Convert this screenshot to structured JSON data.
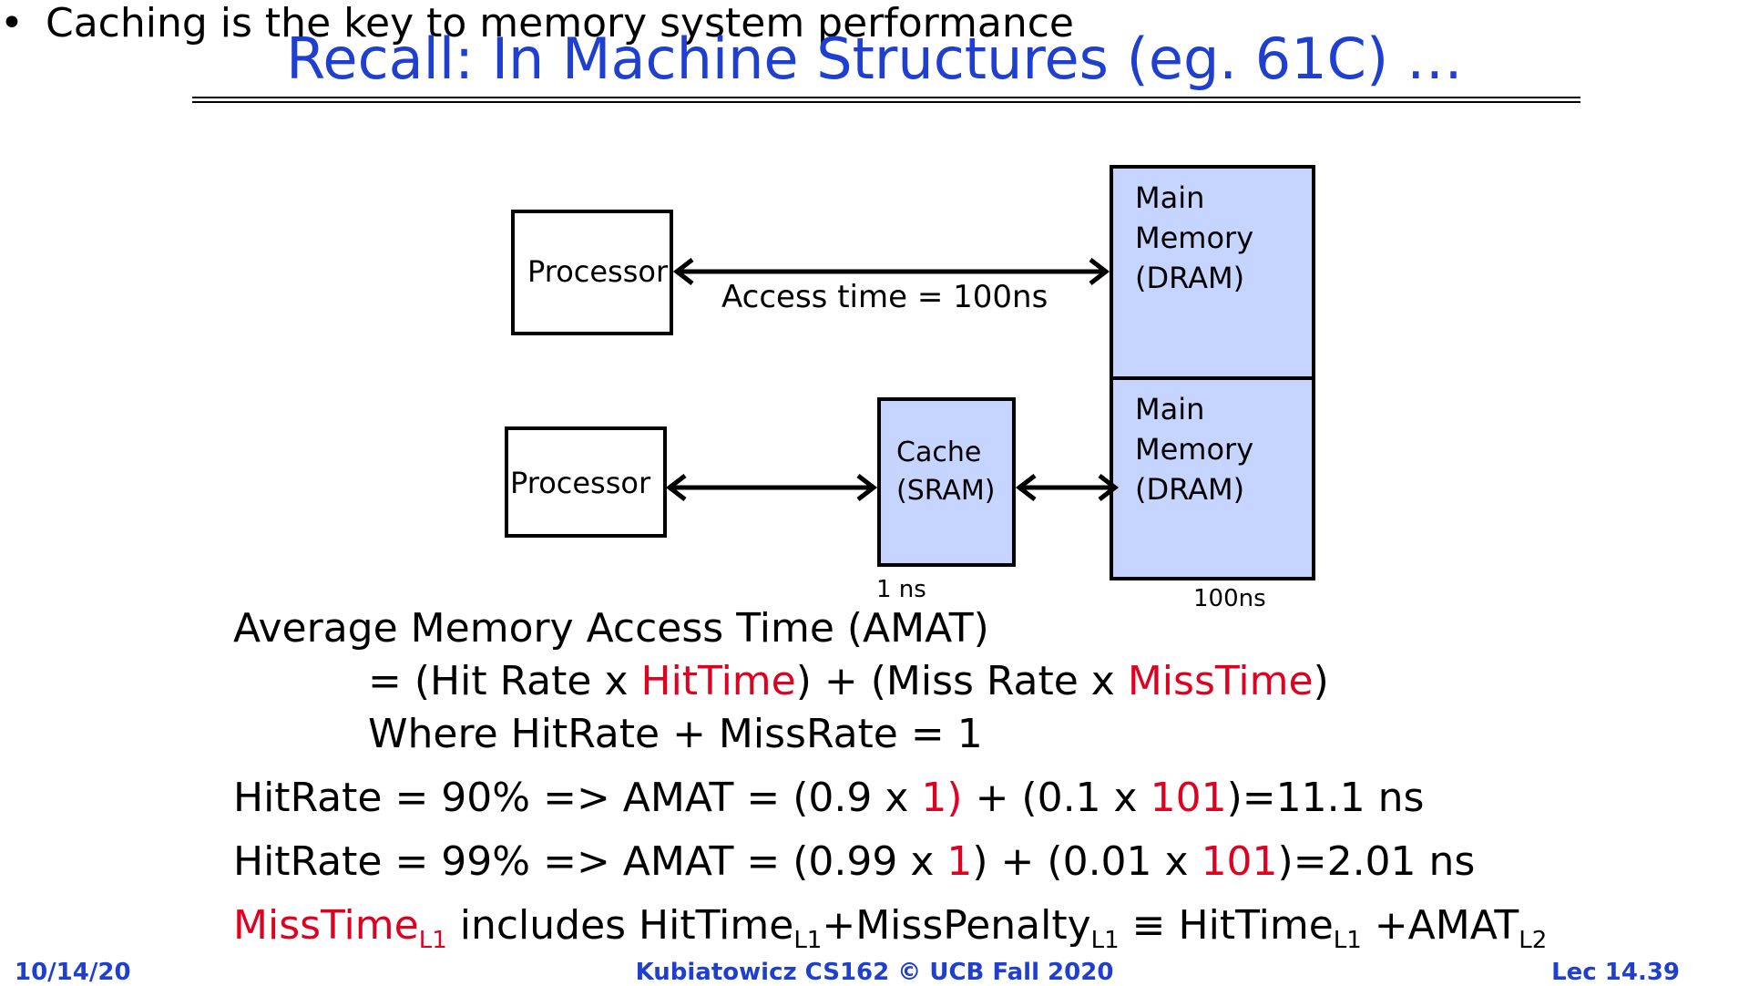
{
  "slide": {
    "title": "Recall: In Machine Structures (eg. 61C) …",
    "bullet": "Caching is the key to memory system performance"
  },
  "diagram1": {
    "processor": "Processor",
    "memory_lines": [
      "Main",
      "Memory",
      "(DRAM)"
    ],
    "access_label": "Access time = 100ns"
  },
  "diagram2": {
    "processor": "Processor",
    "cache_lines": [
      "Cache",
      "(SRAM)"
    ],
    "memory_lines": [
      "Main",
      "Memory",
      "(DRAM)"
    ],
    "cache_time": "1 ns",
    "memory_time": "100ns"
  },
  "amat": {
    "heading": "Average Memory Access Time (AMAT)",
    "formula": {
      "prefix": "= (Hit Rate x ",
      "hit_time": "HitTime",
      "middle": ") + (Miss Rate x ",
      "miss_time": "MissTime",
      "suffix": ")"
    },
    "where": "Where HitRate + MissRate = 1",
    "example1": {
      "prefix": "HitRate = 90% => AMAT = (0.9 x ",
      "hit": "1)",
      "middle": " + (0.1 x ",
      "miss": "101",
      "suffix": ")=11.1 ns"
    },
    "example2": {
      "prefix": "HitRate = 99% => AMAT = (0.99 x ",
      "hit": "1",
      "middle": ") + (0.01 x ",
      "miss": "101",
      "suffix": ")=2.01 ns"
    },
    "misstime_line": {
      "misstime": "MissTime",
      "sub1": "L1",
      "includes": " includes HitTime",
      "sub2": "L1",
      "plus_penalty": "+MissPenalty",
      "sub3": "L1",
      "equiv": " ≡ HitTime",
      "sub4": "L1",
      "plus_amat": " +AMAT",
      "sub5": "L2"
    }
  },
  "footer": {
    "date": "10/14/20",
    "center": "Kubiatowicz CS162 © UCB Fall 2020",
    "lecture": "Lec 14.39"
  },
  "colors": {
    "title": "#1f3fd1",
    "box_fill": "#c5d5ff",
    "highlight": "#e00020"
  }
}
